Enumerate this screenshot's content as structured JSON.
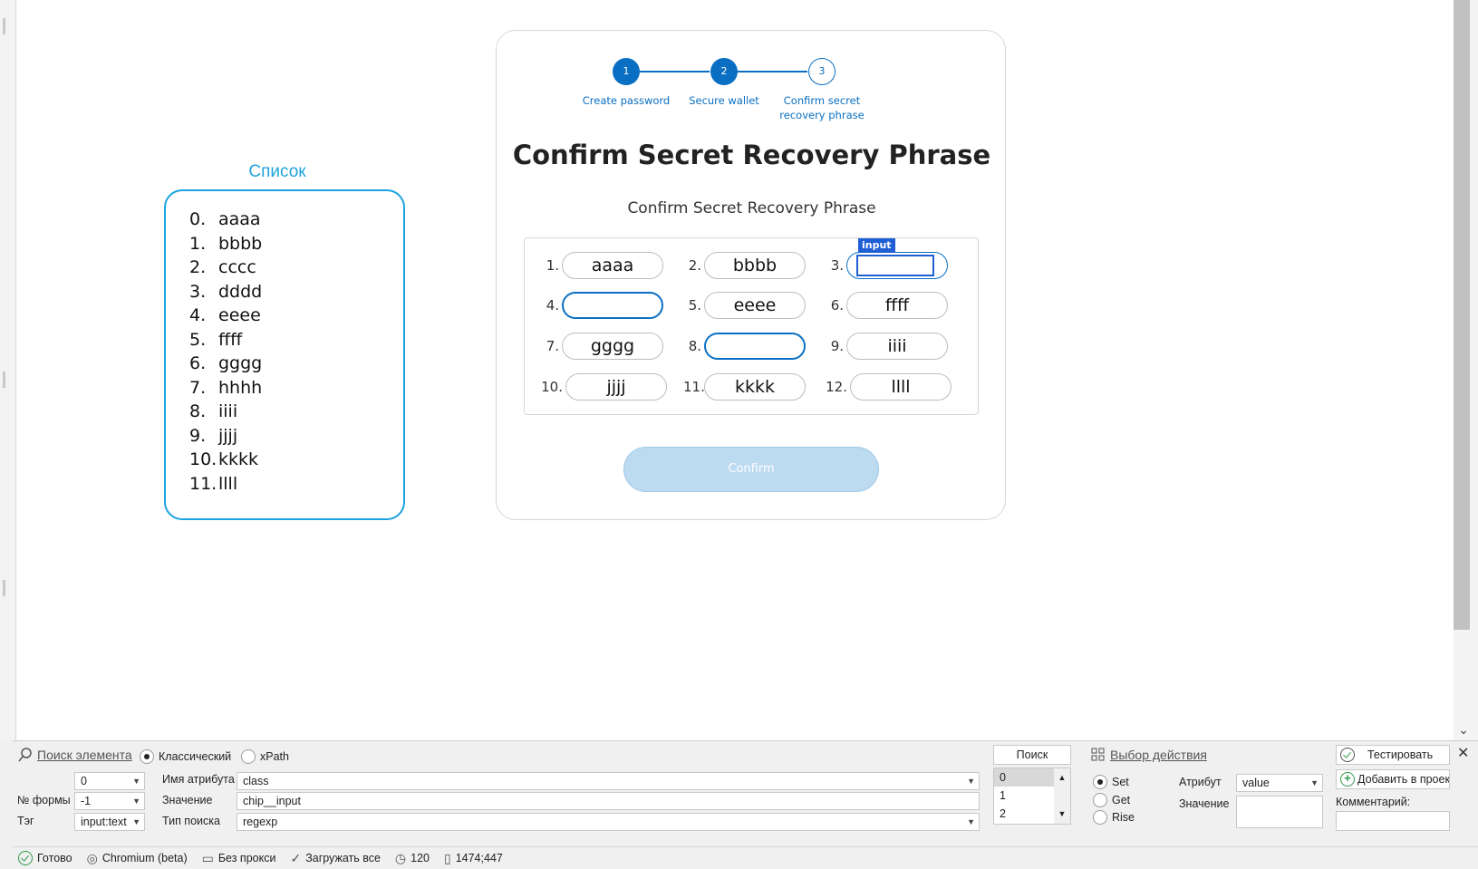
{
  "list": {
    "title": "Список",
    "items": [
      {
        "num": "0.",
        "word": "aaaa"
      },
      {
        "num": "1.",
        "word": "bbbb"
      },
      {
        "num": "2.",
        "word": "cccc"
      },
      {
        "num": "3.",
        "word": "dddd"
      },
      {
        "num": "4.",
        "word": "eeee"
      },
      {
        "num": "5.",
        "word": "ffff"
      },
      {
        "num": "6.",
        "word": "gggg"
      },
      {
        "num": "7.",
        "word": "hhhh"
      },
      {
        "num": "8.",
        "word": "iiii"
      },
      {
        "num": "9.",
        "word": "jjjj"
      },
      {
        "num": "10.",
        "word": "kkkk"
      },
      {
        "num": "11.",
        "word": "llll"
      }
    ]
  },
  "wizard": {
    "steps": [
      {
        "num": "1",
        "label": "Create password",
        "state": "active"
      },
      {
        "num": "2",
        "label": "Secure wallet",
        "state": "active"
      },
      {
        "num": "3",
        "label": "Confirm secret recovery phrase",
        "state": "pending"
      }
    ],
    "title": "Confirm Secret Recovery Phrase",
    "subtitle": "Confirm Secret Recovery Phrase",
    "chips": [
      {
        "num": "1.",
        "value": "aaaa"
      },
      {
        "num": "2.",
        "value": "bbbb"
      },
      {
        "num": "3.",
        "value": ""
      },
      {
        "num": "4.",
        "value": ""
      },
      {
        "num": "5.",
        "value": "eeee"
      },
      {
        "num": "6.",
        "value": "ffff"
      },
      {
        "num": "7.",
        "value": "gggg"
      },
      {
        "num": "8.",
        "value": ""
      },
      {
        "num": "9.",
        "value": "iiii"
      },
      {
        "num": "10.",
        "value": "jjjj"
      },
      {
        "num": "11.",
        "value": "kkkk"
      },
      {
        "num": "12.",
        "value": "llll"
      }
    ],
    "highlight_tag": "input",
    "confirm_label": "Confirm",
    "accent_color": "#0a6fc2"
  },
  "panel": {
    "search_label": "Поиск элемента",
    "mode_classic": "Классический",
    "mode_xpath": "xPath",
    "form_no_label": "№ формы",
    "form_no_value": "-1",
    "index_value": "0",
    "tag_label": "Тэг",
    "tag_value": "input:text",
    "attr_name_label": "Имя атрибута",
    "attr_name_value": "class",
    "value_label": "Значение",
    "value_value": "chip__input",
    "search_type_label": "Тип поиска",
    "search_type_value": "regexp",
    "search_button": "Поиск",
    "results": [
      "0",
      "1",
      "2"
    ],
    "action_label": "Выбор действия",
    "action_set": "Set",
    "action_get": "Get",
    "action_rise": "Rise",
    "attribute_label": "Атрибут",
    "attribute_value": "value",
    "value2_label": "Значение",
    "test_button": "Тестировать",
    "add_button": "Добавить в проект",
    "comment_label": "Комментарий:"
  },
  "statusbar": {
    "ready": "Готово",
    "browser": "Chromium (beta)",
    "proxy": "Без прокси",
    "load_all": "Загружать все",
    "timeout": "120",
    "coords": "1474;447"
  }
}
